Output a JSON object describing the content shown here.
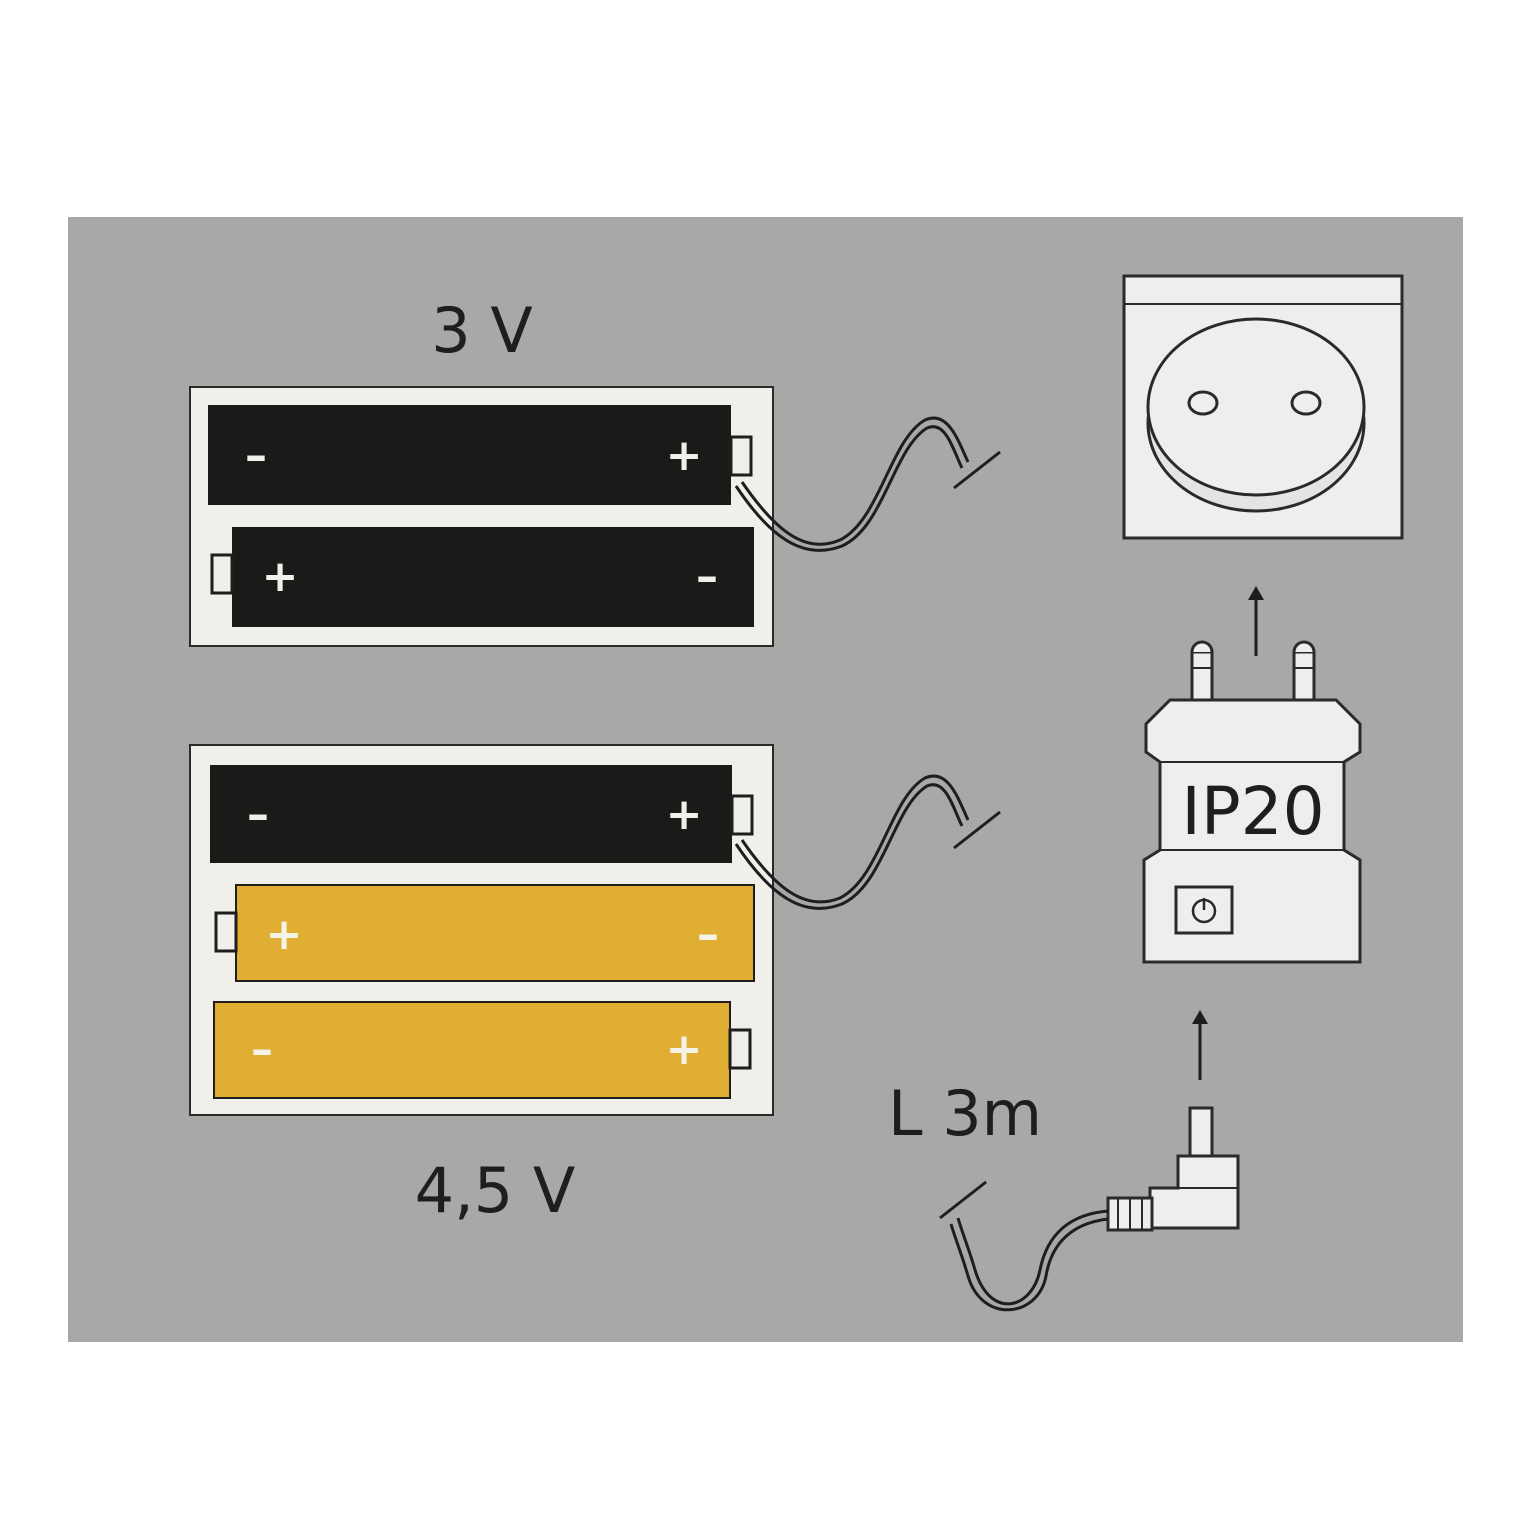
{
  "colors": {
    "page_background": "#ffffff",
    "panel_background": "#a9a8a6",
    "battery_black": "#1b1a18",
    "battery_yellow": "#e0ae33",
    "holder_white": "#f1efea",
    "socket_white": "#eeeeec",
    "line": "#1e1e1e"
  },
  "labels": {
    "pack_3v": "3 V",
    "pack_45v": "4,5 V",
    "cable_length": "L 3m",
    "adapter_rating": "IP20"
  },
  "pack_3v": {
    "batteries": [
      {
        "color": "black",
        "left_symbol": "–",
        "right_symbol": "+"
      },
      {
        "color": "black",
        "left_symbol": "+",
        "right_symbol": "–"
      }
    ]
  },
  "pack_45v": {
    "batteries": [
      {
        "color": "black",
        "left_symbol": "–",
        "right_symbol": "+"
      },
      {
        "color": "yellow",
        "left_symbol": "+",
        "right_symbol": "–"
      },
      {
        "color": "yellow",
        "left_symbol": "–",
        "right_symbol": "+"
      }
    ]
  },
  "icons": {
    "wall_socket": "wall-socket-icon",
    "plug_adapter": "plug-adapter-icon",
    "power_button": "power-icon",
    "dc_jack": "dc-jack-icon",
    "arrow_up": "arrow-up-icon"
  }
}
